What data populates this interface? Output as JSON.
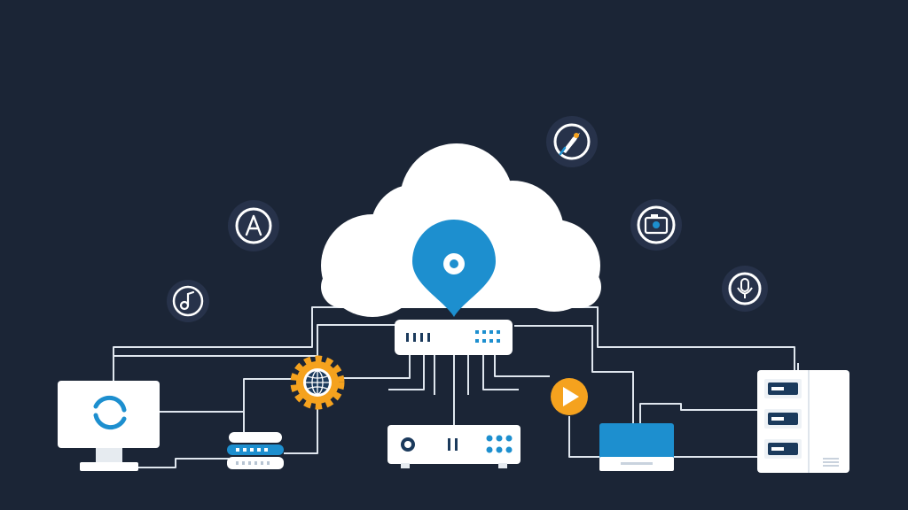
{
  "colors": {
    "background": "#1b2536",
    "line": "#dfe6ee",
    "device": "#ffffff",
    "device_shade": "#dfe5ec",
    "accent_blue": "#1d8fcf",
    "accent_orange": "#f5a21e",
    "icon_badge": "#27324a",
    "icon_glyph": "#ffffff"
  },
  "nodes": [
    {
      "id": "cloud",
      "icon": "cloud-with-location-pin-icon"
    },
    {
      "id": "router",
      "icon": "network-router-icon"
    },
    {
      "id": "desktop",
      "icon": "desktop-monitor-sync-icon"
    },
    {
      "id": "storage",
      "icon": "database-stack-icon"
    },
    {
      "id": "globe-gear",
      "icon": "globe-gear-icon"
    },
    {
      "id": "modem",
      "icon": "network-modem-icon"
    },
    {
      "id": "play",
      "icon": "play-button-icon"
    },
    {
      "id": "laptop",
      "icon": "laptop-icon"
    },
    {
      "id": "server",
      "icon": "server-rack-icon"
    }
  ],
  "floating_icons": [
    "letter-a-icon",
    "music-note-icon",
    "rocket-icon",
    "camera-icon",
    "microphone-icon"
  ]
}
